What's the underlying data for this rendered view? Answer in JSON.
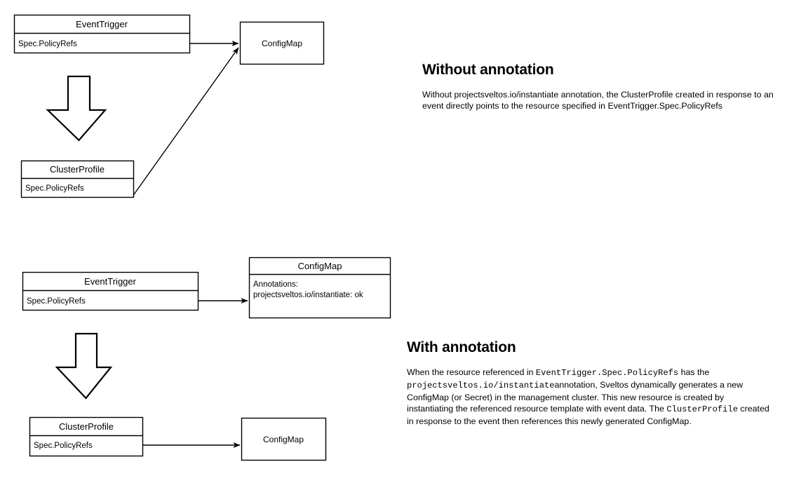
{
  "diagrams": {
    "top": {
      "event_trigger": {
        "title": "EventTrigger",
        "field": "Spec.PolicyRefs"
      },
      "config_map": {
        "title": "ConfigMap"
      },
      "cluster_profile": {
        "title": "ClusterProfile",
        "field": "Spec.PolicyRefs"
      },
      "flow_arrow": "down-arrow"
    },
    "bottom": {
      "event_trigger": {
        "title": "EventTrigger",
        "field": "Spec.PolicyRefs"
      },
      "config_map_annotated": {
        "title": "ConfigMap",
        "line1": "Annotations:",
        "line2": "projectsveltos.io/instantiate: ok"
      },
      "cluster_profile": {
        "title": "ClusterProfile",
        "field": "Spec.PolicyRefs"
      },
      "config_map": {
        "title": "ConfigMap"
      },
      "flow_arrow": "down-arrow"
    }
  },
  "sections": {
    "without": {
      "heading": "Without annotation",
      "body_part1": "Without projectsveltos.io/instantiate annotation, the ClusterProfile created in response to an event directly points to the resource specified in EventTrigger.Spec.PolicyRefs"
    },
    "with": {
      "heading": "With annotation",
      "body_1": "When the resource referenced in ",
      "code_1": "EventTrigger.Spec.PolicyRefs",
      "body_2": " has the ",
      "code_2": "projectsveltos.io/instantiate",
      "body_3": "annotation, Sveltos dynamically generates a new ConfigMap (or Secret) in the management cluster. This new resource is created by instantiating the referenced resource template with event data. The ",
      "code_3": "ClusterProfile",
      "body_4": " created in response to the event then references this newly generated ConfigMap."
    }
  },
  "colors": {
    "stroke": "#000000",
    "fill": "#ffffff",
    "text": "#000000"
  }
}
